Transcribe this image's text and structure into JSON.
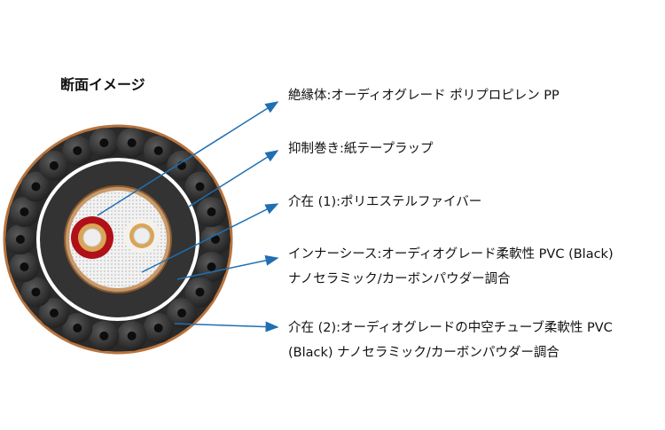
{
  "title": "断面イメージ",
  "labels": [
    {
      "lines": [
        "絶縁体:オーディオグレード  ポリプロピレン PP"
      ]
    },
    {
      "lines": [
        "抑制巻き:紙テープラップ"
      ]
    },
    {
      "lines": [
        "介在 (1):ポリエステルファイバー"
      ]
    },
    {
      "lines": [
        "インナーシース:オーディオグレード柔軟性 PVC (Black)",
        "ナノセラミック/カーボンパウダー調合"
      ]
    },
    {
      "lines": [
        "介在 (2):オーディオグレードの中空チューブ柔軟性 PVC",
        "(Black) ナノセラミック/カーボンパウダー調合"
      ]
    }
  ],
  "colors": {
    "arrow": "#1f6fb2",
    "jacket": "#3a3a3a",
    "copper": "#b8743e",
    "red_insulation": "#b01018"
  }
}
